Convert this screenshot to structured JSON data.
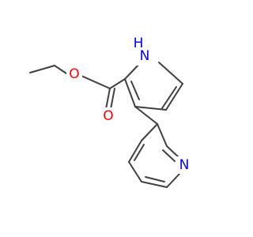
{
  "molecule": {
    "atoms": [
      {
        "id": "nh",
        "symbol": "N",
        "label": "N",
        "hydrogen": "H",
        "color": "#0000ff"
      },
      {
        "id": "o_ether",
        "symbol": "O",
        "label": "O",
        "color": "#ff0000"
      },
      {
        "id": "o_carbonyl",
        "symbol": "O",
        "label": "O",
        "color": "#ff0000"
      },
      {
        "id": "n_pyridine",
        "symbol": "N",
        "label": "N",
        "color": "#0000ff"
      }
    ],
    "bond_color": "#404040"
  }
}
